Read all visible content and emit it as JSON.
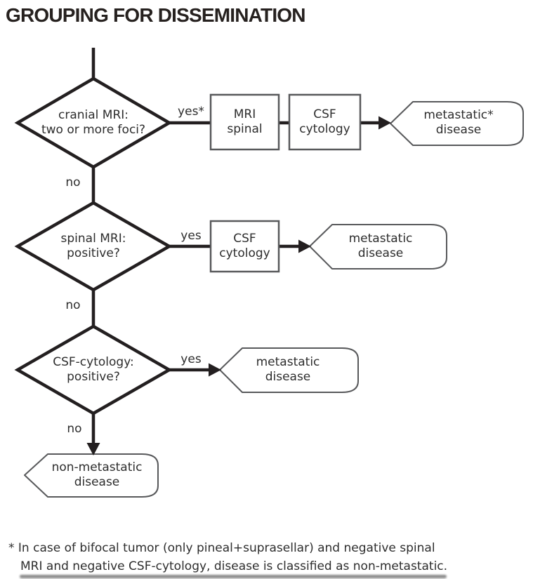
{
  "title": "GROUPING FOR DISSEMINATION",
  "colors": {
    "line": "#231f20",
    "shape_border": "#58595b",
    "text": "#2d2d2d",
    "background": "#ffffff"
  },
  "diagram": {
    "decisions": [
      {
        "line1": "cranial MRI:",
        "line2": "two or more foci?"
      },
      {
        "line1": "spinal MRI:",
        "line2": "positive?"
      },
      {
        "line1": "CSF-cytology:",
        "line2": "positive?"
      }
    ],
    "boxes": [
      {
        "line1": "MRI",
        "line2": "spinal"
      },
      {
        "line1": "CSF",
        "line2": "cytology"
      },
      {
        "line1": "CSF",
        "line2": "cytology"
      }
    ],
    "terminals": [
      {
        "line1": "metastatic*",
        "line2": "disease"
      },
      {
        "line1": "metastatic",
        "line2": "disease"
      },
      {
        "line1": "metastatic",
        "line2": "disease"
      },
      {
        "line1": "non-metastatic",
        "line2": "disease"
      }
    ],
    "labels": {
      "yes1": "yes*",
      "yes2": "yes",
      "yes3": "yes",
      "no1": "no",
      "no2": "no",
      "no3": "no"
    }
  },
  "footnote": {
    "line1": "* In case of bifocal tumor (only pineal+suprasellar) and negative spinal",
    "line2": "MRI and negative CSF-cytology, disease is classified as non-metastatic."
  }
}
